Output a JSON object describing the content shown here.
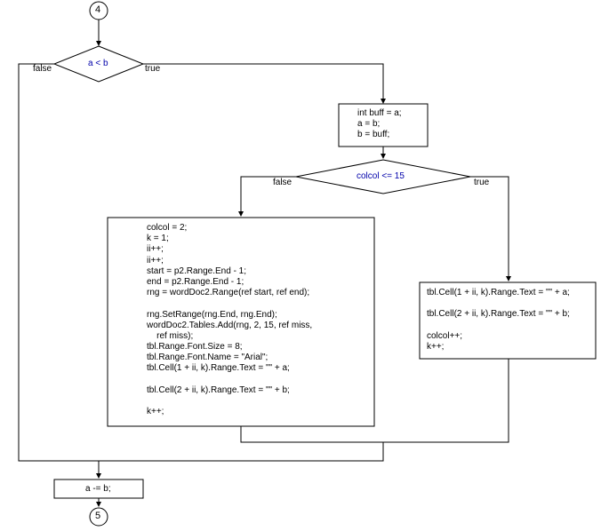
{
  "connectors": {
    "top": "4",
    "bottom": "5"
  },
  "decision_ab": {
    "condition": "a < b",
    "false_label": "false",
    "true_label": "true"
  },
  "swap_block": {
    "lines": [
      "int buff = a;",
      "a = b;",
      "b = buff;"
    ]
  },
  "decision_colcol": {
    "condition": "colcol <= 15",
    "false_label": "false",
    "true_label": "true"
  },
  "new_table_block": {
    "lines": [
      "colcol = 2;",
      "k = 1;",
      "ii++;",
      "ii++;",
      "start = p2.Range.End - 1;",
      "end = p2.Range.End - 1;",
      "rng = wordDoc2.Range(ref start, ref end);",
      "",
      "rng.SetRange(rng.End, rng.End);",
      "wordDoc2.Tables.Add(rng, 2, 15, ref miss,",
      "    ref miss);",
      "tbl.Range.Font.Size = 8;",
      "tbl.Range.Font.Name = \"Arial\";",
      "tbl.Cell(1 + ii, k).Range.Text = \"\" + a;",
      "",
      "tbl.Cell(2 + ii, k).Range.Text = \"\" + b;",
      "",
      "k++;"
    ]
  },
  "fill_cell_block": {
    "lines": [
      "tbl.Cell(1 + ii, k).Range.Text = \"\" + a;",
      "",
      "tbl.Cell(2 + ii, k).Range.Text = \"\" + b;",
      "",
      "colcol++;",
      "k++;"
    ]
  },
  "final_block": {
    "text": "a -= b;"
  }
}
